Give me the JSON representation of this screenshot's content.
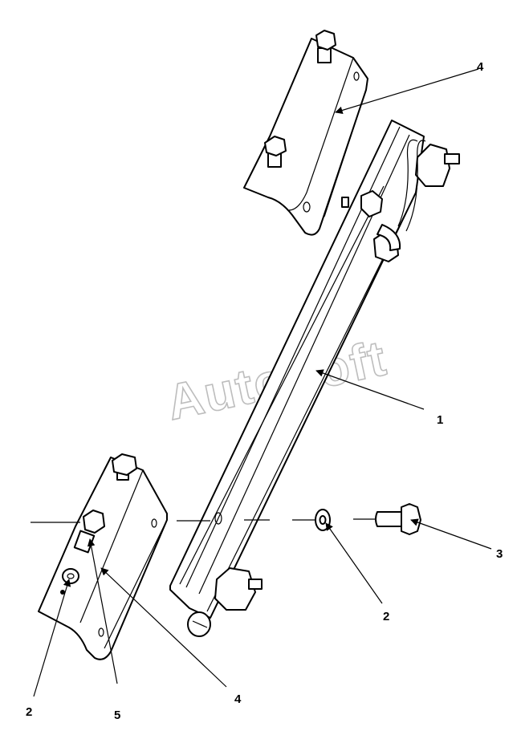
{
  "watermark": "AutoSoft",
  "callouts": {
    "bracket_top": "4",
    "rail": "1",
    "bolt": "3",
    "washer_right": "2",
    "washer_left": "2",
    "bolt_left": "5",
    "bracket_bottom": "4"
  }
}
